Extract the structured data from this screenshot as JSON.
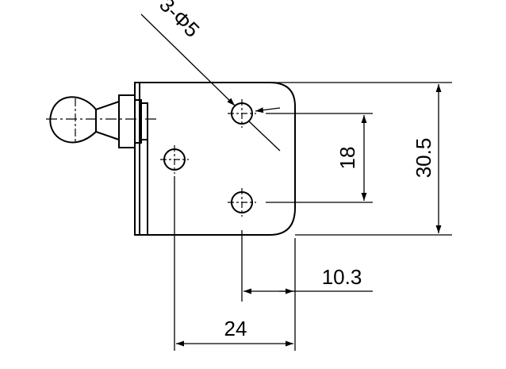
{
  "colors": {
    "stroke": "#000000",
    "background": "#ffffff"
  },
  "dimensions": {
    "holes_callout": "3-Φ5",
    "height_total": "30.5",
    "hole_spacing_vertical": "18",
    "edge_to_hole": "10.3",
    "hole_spacing_horizontal": "24"
  }
}
